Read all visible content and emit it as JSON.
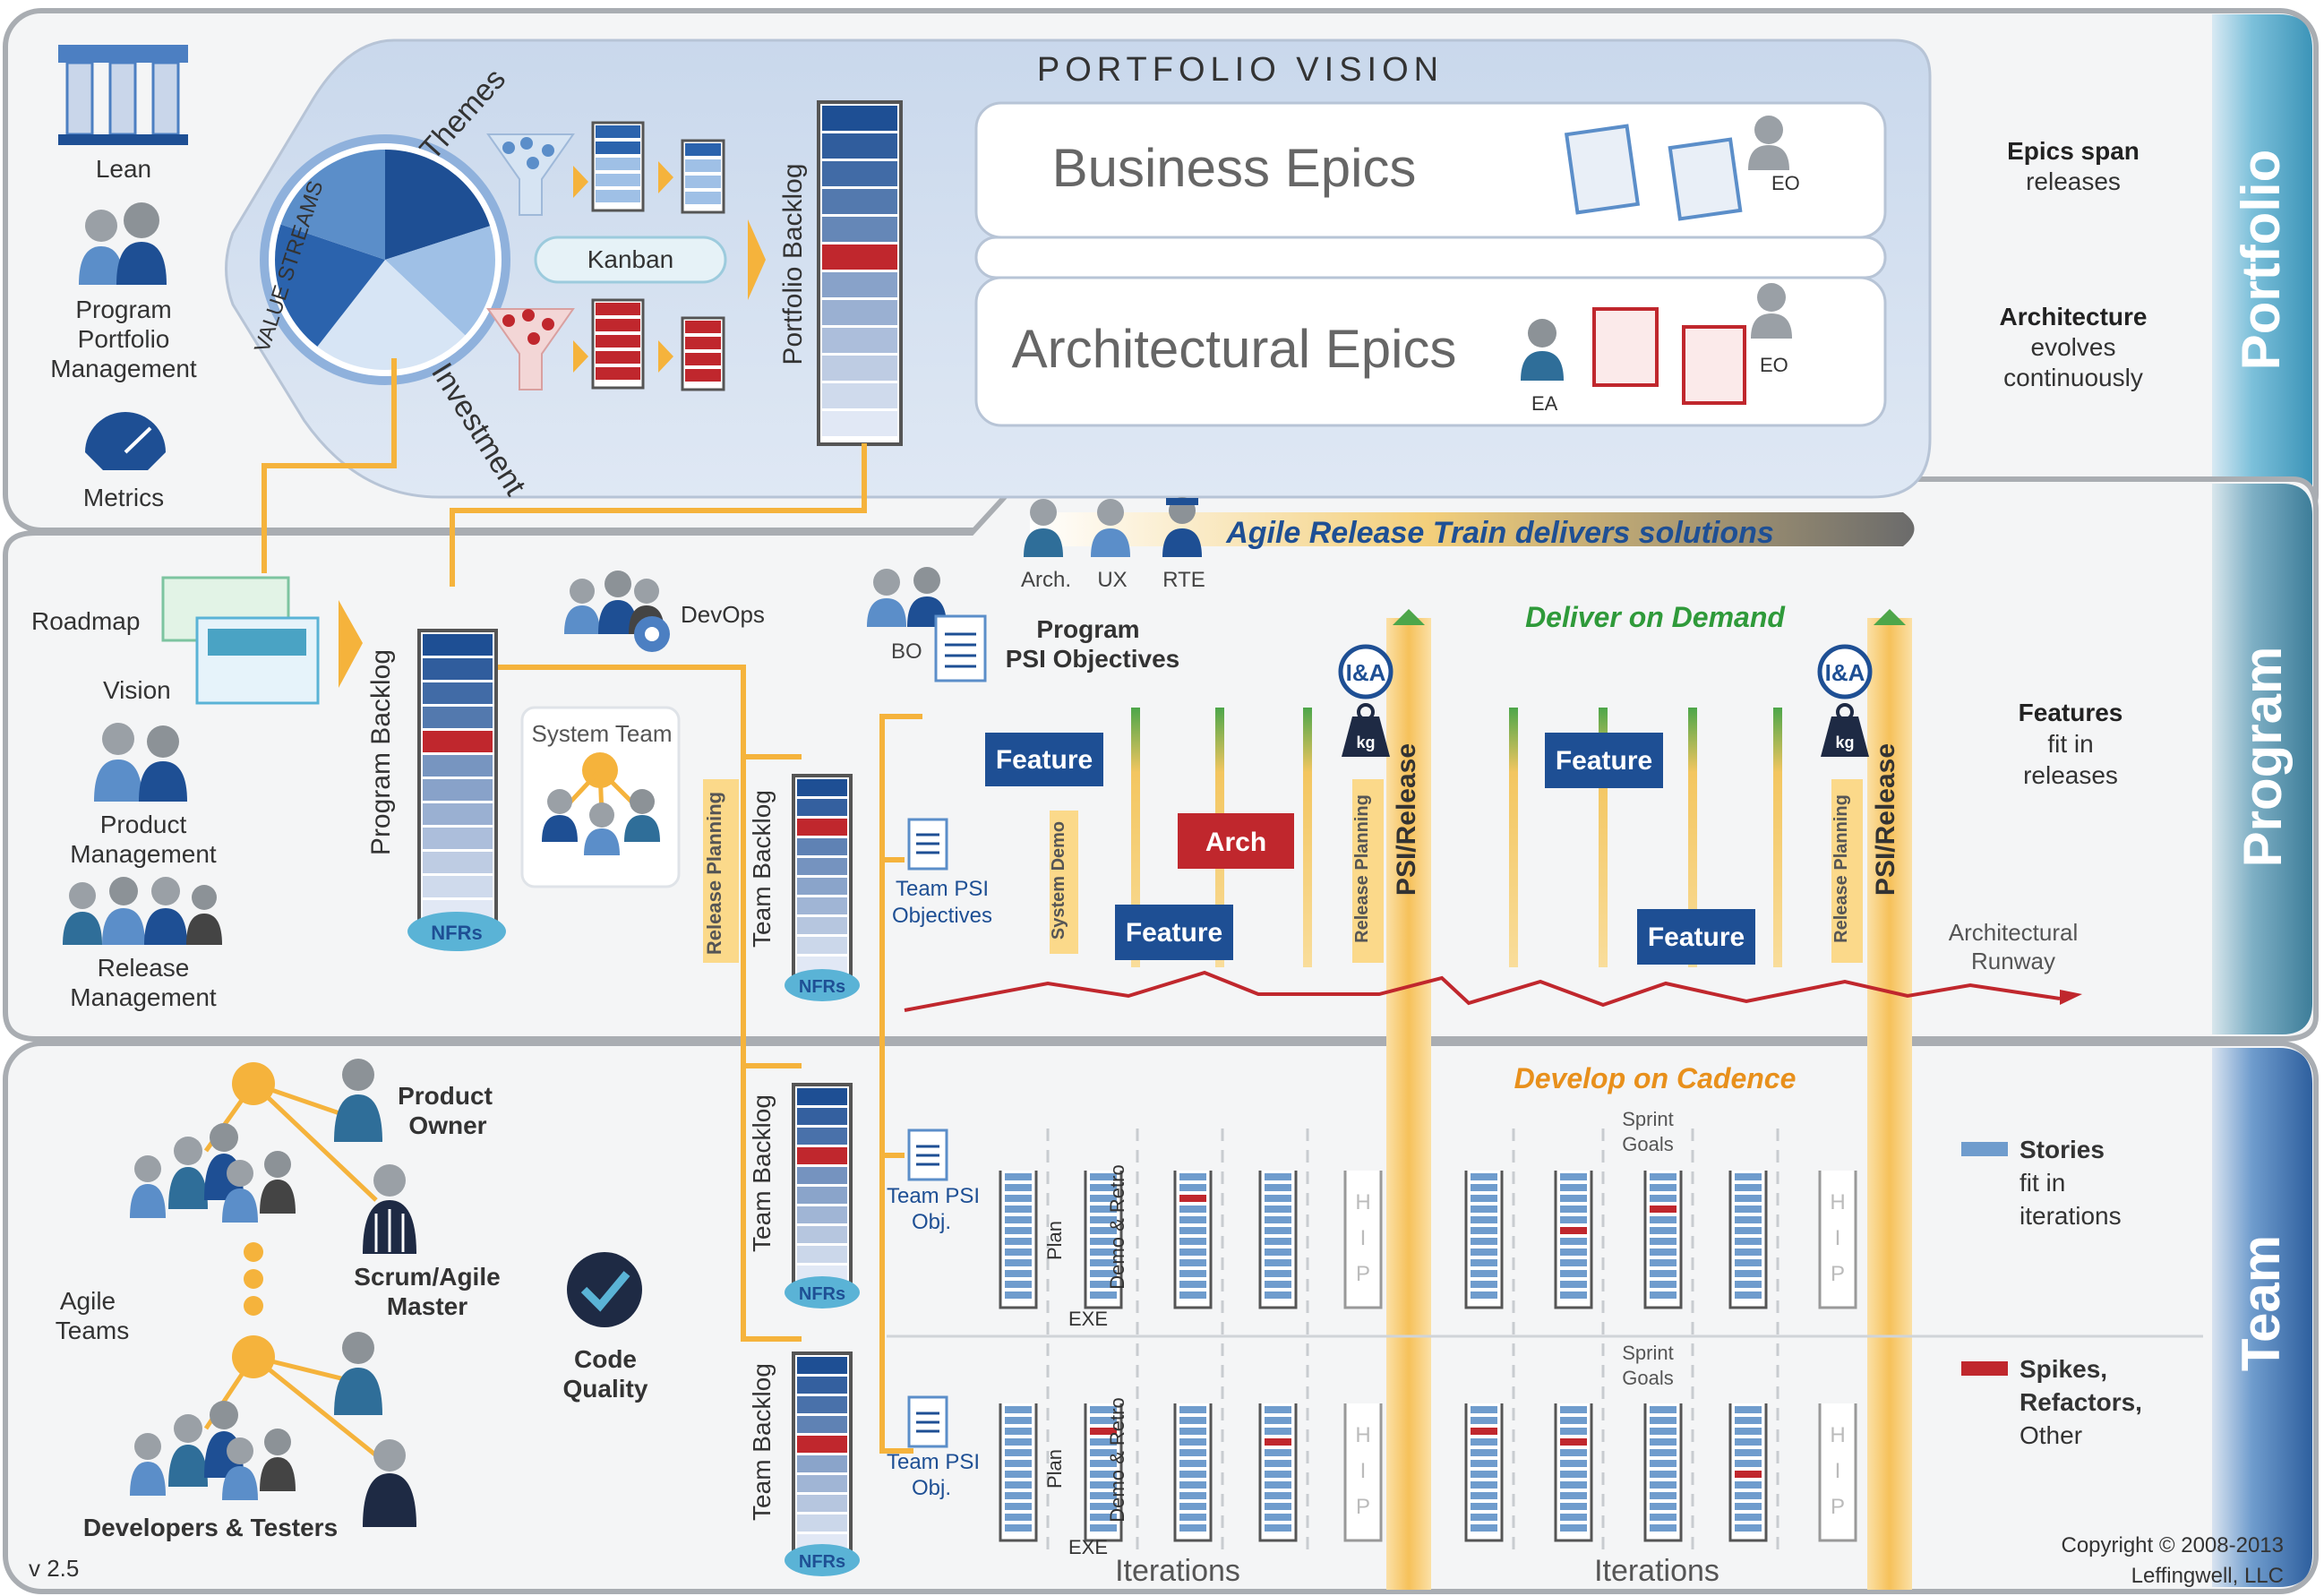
{
  "band_titles": {
    "portfolio": "Portfolio",
    "program": "Program",
    "team": "Team"
  },
  "portfolio": {
    "vision_title": "PORTFOLIO VISION",
    "left_roles": {
      "lean": "Lean",
      "ppm": [
        "Program",
        "Portfolio",
        "Management"
      ],
      "metrics": "Metrics"
    },
    "wheel": {
      "value_streams": "VALUE STREAMS",
      "themes": "Themes",
      "investment": "Investment"
    },
    "kanban": "Kanban",
    "portfolio_backlog": "Portfolio Backlog",
    "business_epics": "Business Epics",
    "architectural_epics": "Architectural Epics",
    "eo": "EO",
    "ea": "EA",
    "right_note_1": [
      "Epics span",
      "releases"
    ],
    "right_note_2": [
      "Architecture",
      "evolves",
      "continuously"
    ]
  },
  "program": {
    "roadmap": "Roadmap",
    "vision": "Vision",
    "product_management": [
      "Product",
      "Management"
    ],
    "release_management": [
      "Release",
      "Management"
    ],
    "program_backlog": "Program Backlog",
    "nfrs": "NFRs",
    "devops": "DevOps",
    "system_team": "System Team",
    "art_banner": "Agile Release Train delivers solutions",
    "art_roles": [
      "Arch.",
      "UX",
      "RTE"
    ],
    "bo": "BO",
    "psi_objectives": [
      "Program",
      "PSI Objectives"
    ],
    "deliver_on_demand": "Deliver on Demand",
    "release_planning": "Release Planning",
    "team_backlog": "Team Backlog",
    "team_psi_objectives": [
      "Team PSI",
      "Objectives"
    ],
    "system_demo": "System Demo",
    "feature": "Feature",
    "arch": "Arch",
    "psi_release": "PSI/Release",
    "ia": "I&A",
    "kg": "kg",
    "architectural_runway": [
      "Architectural",
      "Runway"
    ],
    "right_note": [
      "Features",
      "fit in",
      "releases"
    ]
  },
  "team": {
    "product_owner": [
      "Product",
      "Owner"
    ],
    "scrum_master": [
      "Scrum/Agile",
      "Master"
    ],
    "agile_teams": [
      "Agile",
      "Teams"
    ],
    "developers_testers": "Developers & Testers",
    "code_quality": [
      "Code",
      "Quality"
    ],
    "develop_on_cadence": "Develop on Cadence",
    "team_psi_obj": [
      "Team PSI",
      "Obj."
    ],
    "plan": "Plan",
    "exe": "EXE",
    "demo_retro": "Demo & Retro",
    "hip": [
      "H",
      "I",
      "P"
    ],
    "sprint_goals": [
      "Sprint",
      "Goals"
    ],
    "iterations": "Iterations",
    "legend_stories": [
      "Stories",
      "fit in",
      "iterations"
    ],
    "legend_spikes": [
      "Spikes,",
      "Refactors,",
      "Other"
    ],
    "version": "v 2.5",
    "copyright": [
      "Copyright © 2008-2013",
      "Leffingwell, LLC"
    ]
  },
  "colors": {
    "navy": "#1e4f94",
    "blue_light": "#8fb1dc",
    "red": "#c0272d",
    "orange": "#f5b33c",
    "band_portfolio": "#4aa3c4",
    "band_program": "#4d8fa8",
    "band_team": "#3a6fa6",
    "green": "#2f9a3a",
    "cadence_orange": "#e8901c"
  }
}
